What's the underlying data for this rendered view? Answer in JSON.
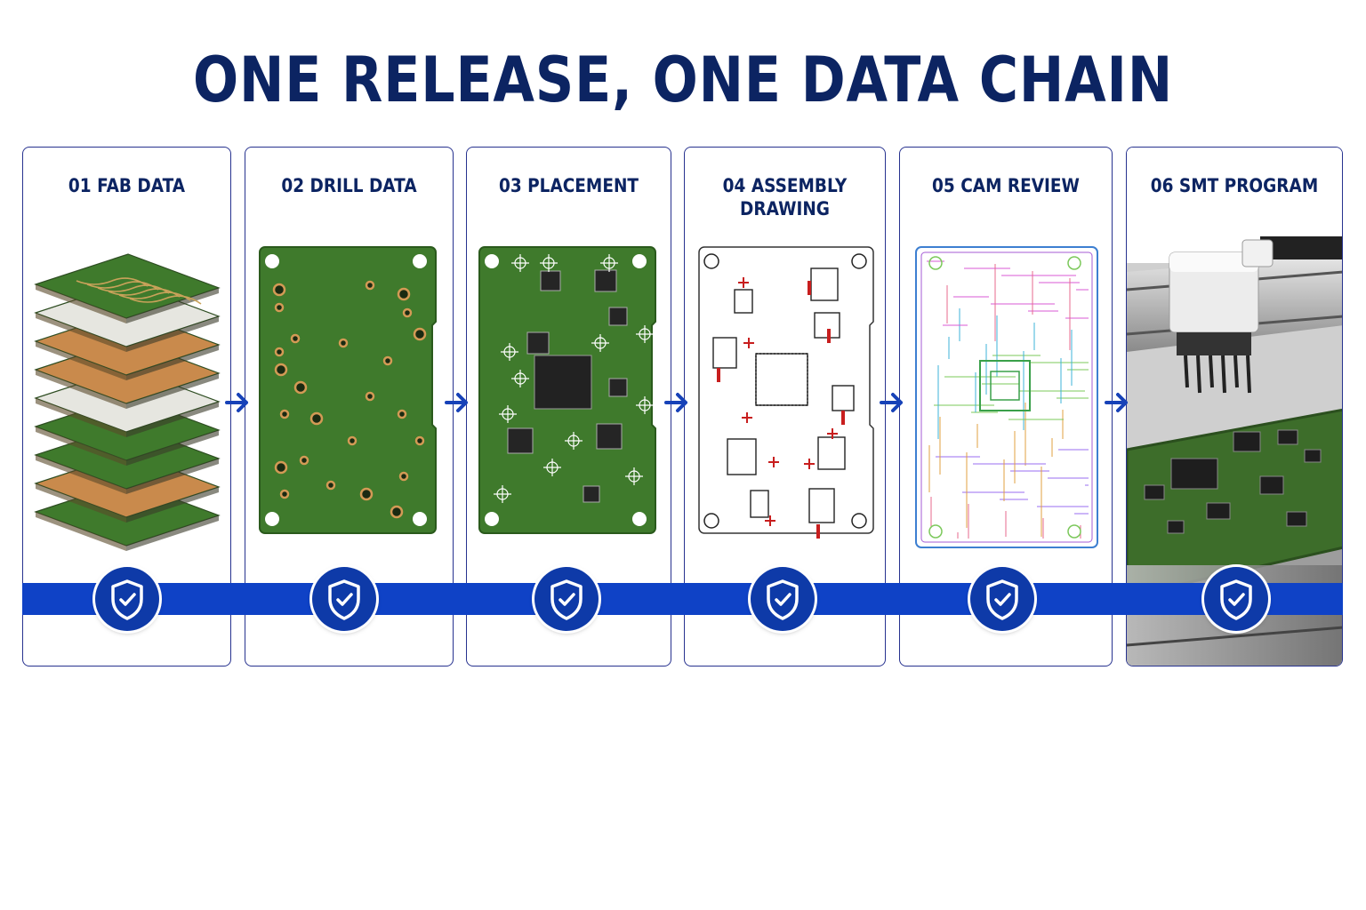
{
  "title": "ONE RELEASE, ONE DATA CHAIN",
  "steps": [
    {
      "label": "01 FAB DATA",
      "icon": "layer-stack-icon"
    },
    {
      "label": "02 DRILL DATA",
      "icon": "drilled-board-icon"
    },
    {
      "label": "03 PLACEMENT",
      "icon": "placed-board-icon"
    },
    {
      "label": "04 ASSEMBLY\nDRAWING",
      "icon": "assembly-drawing-icon"
    },
    {
      "label": "05 CAM REVIEW",
      "icon": "cam-view-icon"
    },
    {
      "label": "06 SMT PROGRAM",
      "icon": "pick-and-place-machine-icon"
    }
  ],
  "badge_icon": "shield-check-icon",
  "connector_icon": "arrow-right-icon",
  "colors": {
    "title": "#0c2462",
    "band": "#0f42c6",
    "badge": "#0e3aa8",
    "board_green": "#3f7a2c",
    "copper": "#c98a4c",
    "marker_red": "#c81e1e"
  }
}
